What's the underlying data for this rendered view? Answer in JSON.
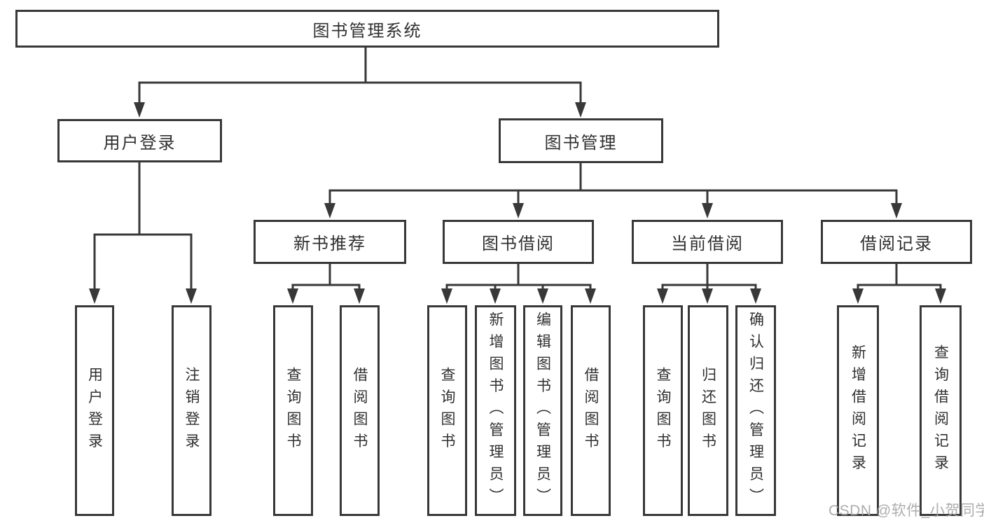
{
  "diagram": {
    "root": {
      "label": "图书管理系统"
    },
    "user_branch": {
      "label": "用户登录",
      "children": [
        {
          "label": "用户登录"
        },
        {
          "label": "注销登录"
        }
      ]
    },
    "mgmt_branch": {
      "label": "图书管理",
      "groups": [
        {
          "label": "新书推荐",
          "children": [
            {
              "label": "查询图书"
            },
            {
              "label": "借阅图书"
            }
          ]
        },
        {
          "label": "图书借阅",
          "children": [
            {
              "label": "查询图书"
            },
            {
              "label": "新增图书（管理员）"
            },
            {
              "label": "编辑图书（管理员）"
            },
            {
              "label": "借阅图书"
            }
          ]
        },
        {
          "label": "当前借阅",
          "children": [
            {
              "label": "查询图书"
            },
            {
              "label": "归还图书"
            },
            {
              "label": "确认归还（管理员）"
            }
          ]
        },
        {
          "label": "借阅记录",
          "children": [
            {
              "label": "新增借阅记录"
            },
            {
              "label": "查询借阅记录"
            }
          ]
        }
      ]
    }
  },
  "colors": {
    "line": "#383838",
    "text": "#303030",
    "box_background": "#ffffff",
    "watermark": "#a6a6a6"
  },
  "watermark": {
    "text": "CSDN @软件_小贺同学"
  }
}
